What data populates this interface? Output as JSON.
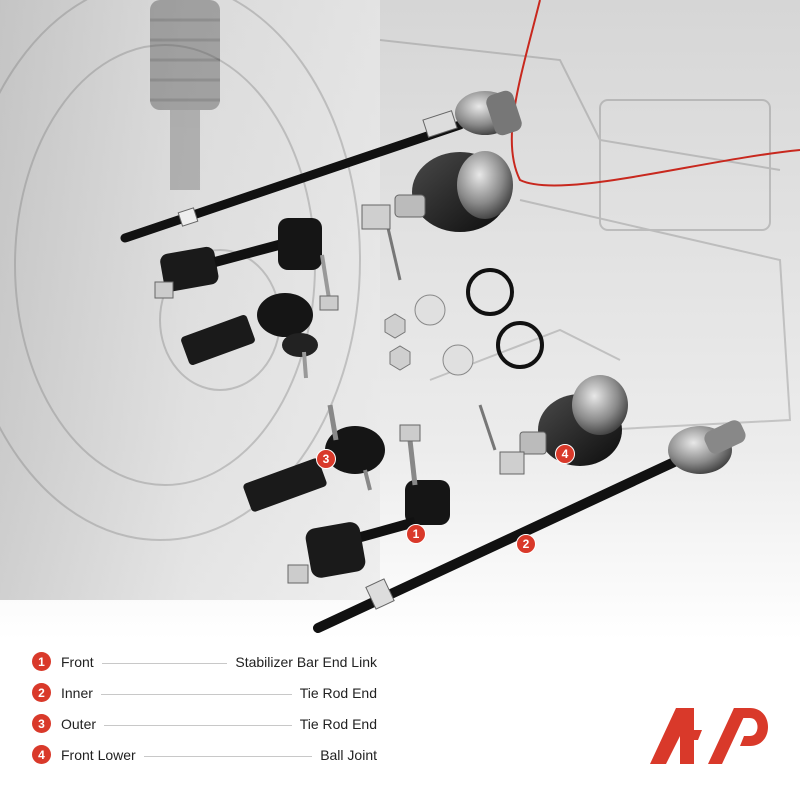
{
  "parts": [
    {
      "number": "1",
      "position": "Front",
      "name": "Stabilizer Bar End Link"
    },
    {
      "number": "2",
      "position": "Inner",
      "name": "Tie Rod End"
    },
    {
      "number": "3",
      "position": "Outer",
      "name": "Tie Rod End"
    },
    {
      "number": "4",
      "position": "Front Lower",
      "name": "Ball Joint"
    }
  ],
  "callouts": [
    "1",
    "2",
    "3",
    "4"
  ],
  "colors": {
    "accent": "#d9392a",
    "ink": "#1a1a1a",
    "background_gray": "#e6e6e6"
  },
  "icons": {
    "brand_logo": "ap-logo-icon"
  }
}
